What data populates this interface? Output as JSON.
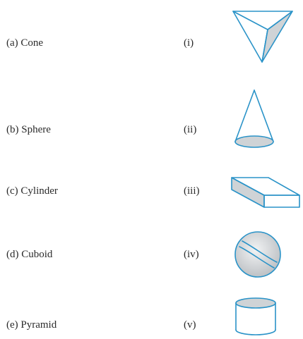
{
  "rows": [
    {
      "name": "(a) Cone",
      "roman": "(i)",
      "shape": "pyramid-inverted"
    },
    {
      "name": "(b) Sphere",
      "roman": "(ii)",
      "shape": "cone"
    },
    {
      "name": "(c) Cylinder",
      "roman": "(iii)",
      "shape": "cuboid"
    },
    {
      "name": "(d) Cuboid",
      "roman": "(iv)",
      "shape": "sphere"
    },
    {
      "name": "(e) Pyramid",
      "roman": "(v)",
      "shape": "cylinder"
    }
  ],
  "colors": {
    "outline": "#2a93c8",
    "fill": "#cfd3d6",
    "text": "#2a2a2a"
  }
}
